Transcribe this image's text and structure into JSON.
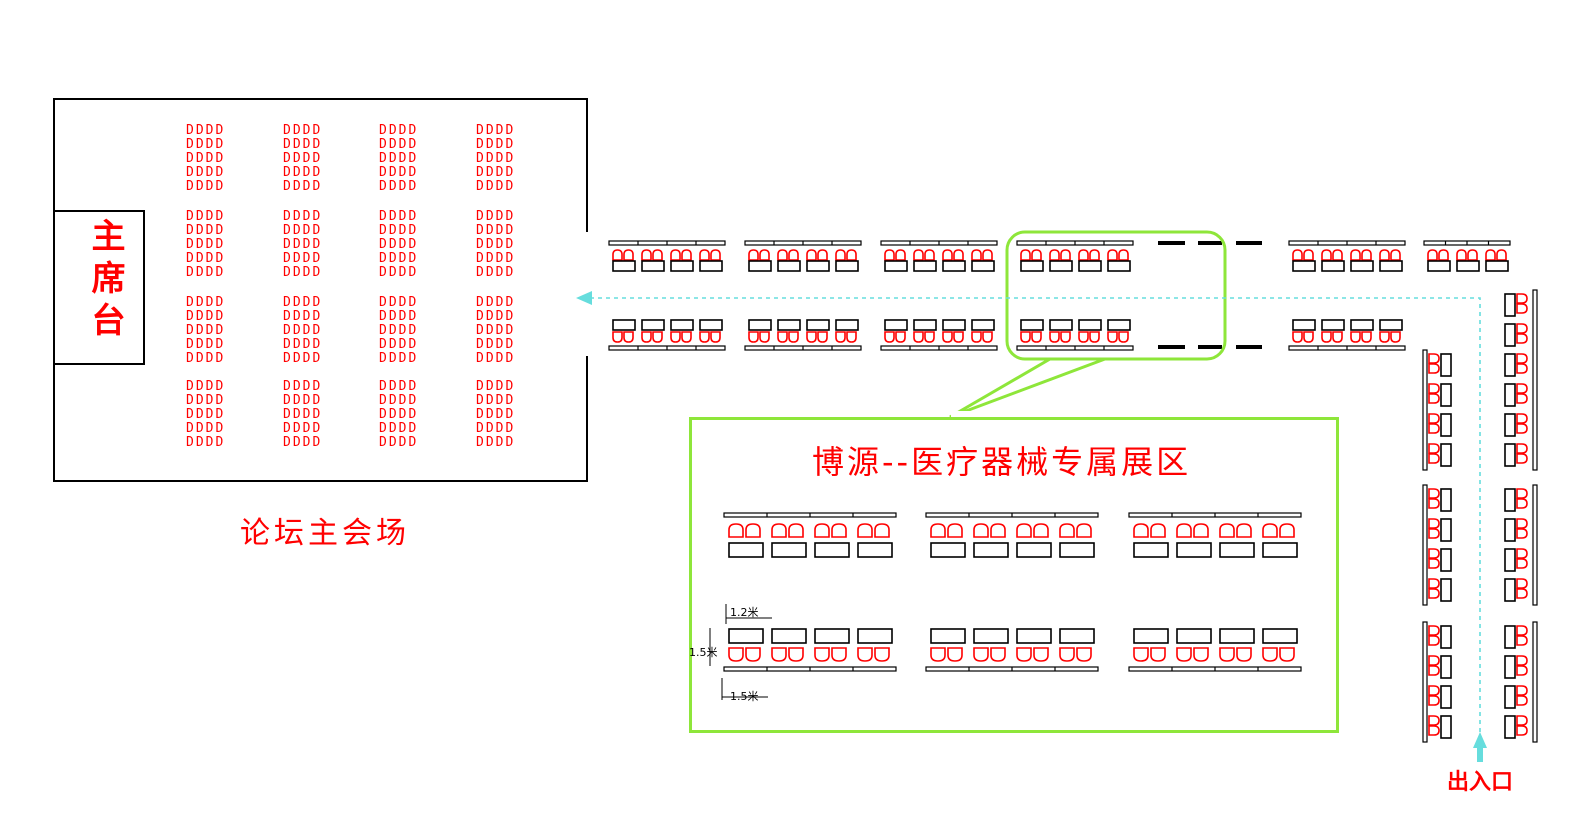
{
  "hall": {
    "label": "论坛主会场",
    "podium_label": "主席台",
    "seat_mark": "D"
  },
  "exhibit": {
    "title": "博源--医疗器械专属展区"
  },
  "dimensions": {
    "booth_width": "1.2米",
    "row_depth": "1.5米",
    "row_width": "1.5米"
  },
  "entrance": {
    "label": "出入口"
  },
  "colors": {
    "seat": "#ff0000",
    "callout": "#8ee63a",
    "walkway": "#66dddd",
    "outline": "#000000"
  }
}
